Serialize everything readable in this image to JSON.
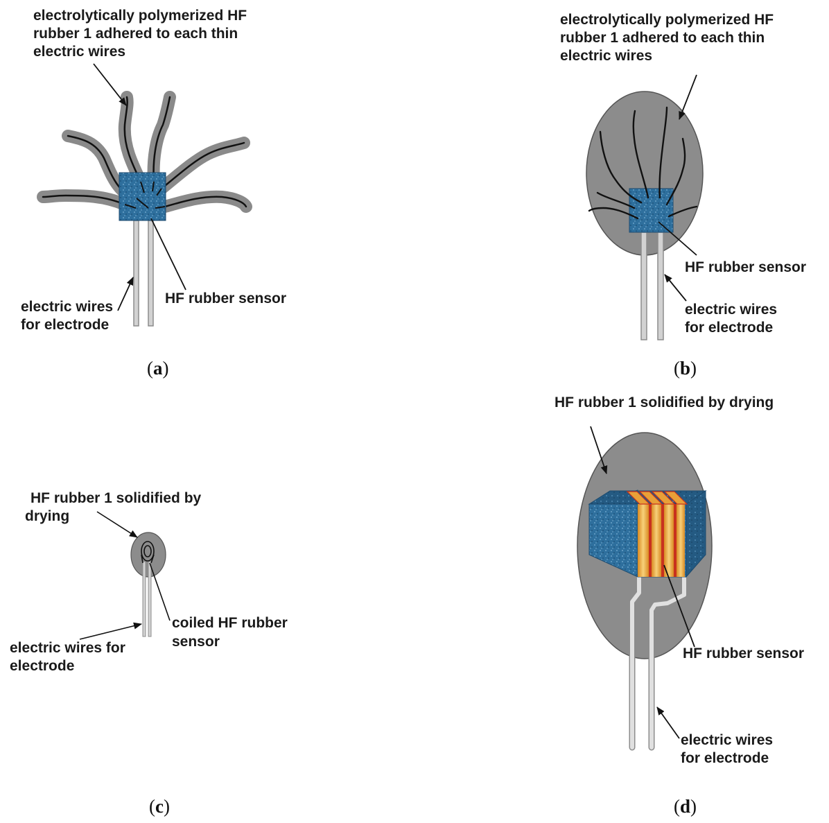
{
  "colors": {
    "background": "#ffffff",
    "sensor_blue": "#2d6e9c",
    "hf_rubber_gray": "#8c8c8c",
    "wire_gray": "#c9c9c9",
    "electrode_orange": "#e8a038",
    "electrode_red": "#c8321e",
    "ink": "#111111"
  },
  "panels": {
    "a": {
      "caption_letter": "a",
      "labels": {
        "rubber_top": [
          "electrolytically polymerized HF",
          "rubber 1 adhered to each thin",
          "electric wires"
        ],
        "wires": [
          "electric wires",
          "for electrode"
        ],
        "sensor": "HF rubber sensor"
      }
    },
    "b": {
      "caption_letter": "b",
      "labels": {
        "rubber_top": [
          "electrolytically polymerized HF",
          "rubber 1 adhered to each thin",
          "electric wires"
        ],
        "sensor": "HF rubber sensor",
        "wires": [
          "electric wires",
          "for electrode"
        ]
      }
    },
    "c": {
      "caption_letter": "c",
      "labels": {
        "rubber": [
          "HF rubber 1 solidified by",
          "drying"
        ],
        "coil": [
          "coiled HF rubber",
          "sensor"
        ],
        "wires": [
          "electric wires for",
          "electrode"
        ]
      }
    },
    "d": {
      "caption_letter": "d",
      "labels": {
        "rubber": "HF rubber 1 solidified by drying",
        "sensor": "HF rubber sensor",
        "wires": [
          "electric wires",
          "for electrode"
        ]
      }
    }
  }
}
